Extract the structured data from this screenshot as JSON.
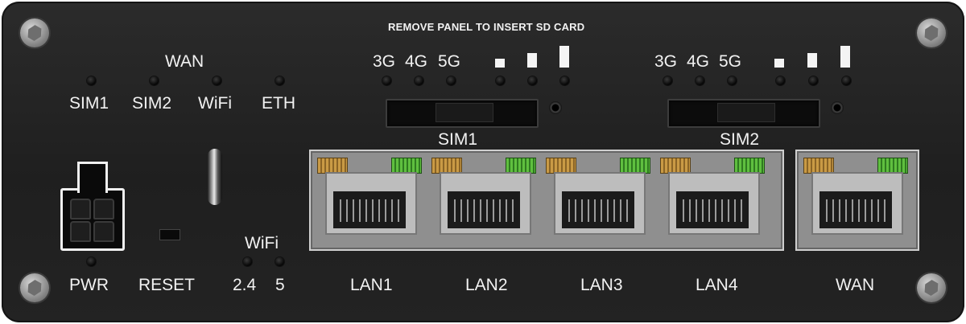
{
  "header": {
    "sd_notice": "REMOVE PANEL TO INSERT SD CARD"
  },
  "wan_status": {
    "title": "WAN",
    "items": [
      {
        "label": "SIM1"
      },
      {
        "label": "SIM2"
      },
      {
        "label": "WiFi"
      },
      {
        "label": "ETH"
      }
    ]
  },
  "sim1": {
    "label": "SIM1",
    "network": [
      "3G",
      "4G",
      "5G"
    ]
  },
  "sim2": {
    "label": "SIM2",
    "network": [
      "3G",
      "4G",
      "5G"
    ]
  },
  "wifi": {
    "title": "WiFi",
    "bands": [
      "2.4",
      "5"
    ]
  },
  "bottom": {
    "pwr": "PWR",
    "reset": "RESET"
  },
  "lan_ports": [
    "LAN1",
    "LAN2",
    "LAN3",
    "LAN4"
  ],
  "wan_port": {
    "label": "WAN"
  },
  "colors": {
    "panel": "#232323",
    "link_led": "#5fbf3f",
    "activity_led": "#c99a45"
  }
}
